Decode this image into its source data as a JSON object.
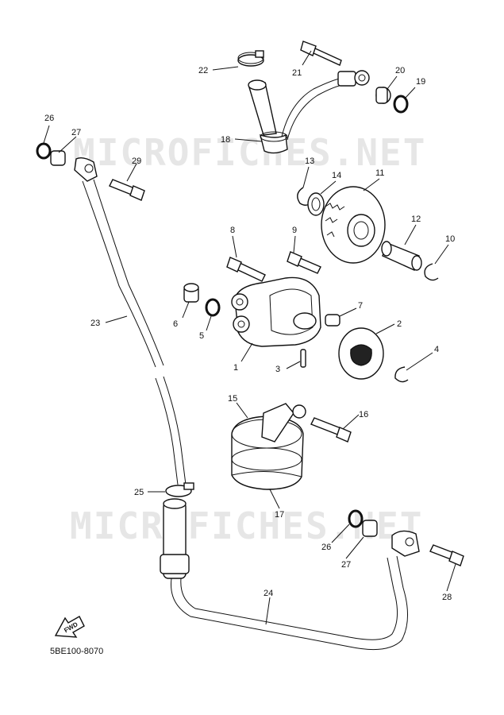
{
  "watermark": "MICROFICHES.NET",
  "document_code": "5BE100-8070",
  "direction_arrow_label": "FWD",
  "callouts": {
    "c1": "1",
    "c2": "2",
    "c3": "3",
    "c4": "4",
    "c5": "5",
    "c6": "6",
    "c7": "7",
    "c8": "8",
    "c9": "9",
    "c10": "10",
    "c11": "11",
    "c12": "12",
    "c13": "13",
    "c14": "14",
    "c15": "15",
    "c16": "16",
    "c17": "17",
    "c18": "18",
    "c19": "19",
    "c20": "20",
    "c21": "21",
    "c22": "22",
    "c23": "23",
    "c24": "24",
    "c25": "25",
    "c26a": "26",
    "c26b": "26",
    "c27a": "27",
    "c27b": "27",
    "c28": "28",
    "c29": "29"
  }
}
